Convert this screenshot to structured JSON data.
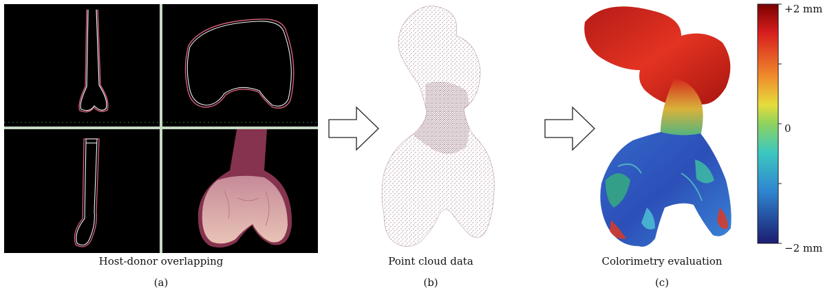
{
  "panels": [
    {
      "caption": "Host-donor overlapping",
      "label": "(a)"
    },
    {
      "caption": "Point cloud data",
      "label": "(b)"
    },
    {
      "caption": "Colorimetry evaluation",
      "label": "(c)"
    }
  ],
  "colorbar": {
    "ticks": [
      {
        "label": "+2 mm",
        "value": 2
      },
      {
        "label": "0",
        "value": 0
      },
      {
        "label": "−2 mm",
        "value": -2
      }
    ],
    "min": -2,
    "max": 2
  },
  "arrows": [
    "right-arrow",
    "right-arrow"
  ],
  "colors": {
    "outline_white": "#f2f2f2",
    "outline_pink": "#d8607a",
    "bone_pink": "#e9c3b6",
    "cloud_dark": "#5a2232",
    "heat_red": "#d42a1c",
    "heat_blue": "#2c4fb8"
  }
}
